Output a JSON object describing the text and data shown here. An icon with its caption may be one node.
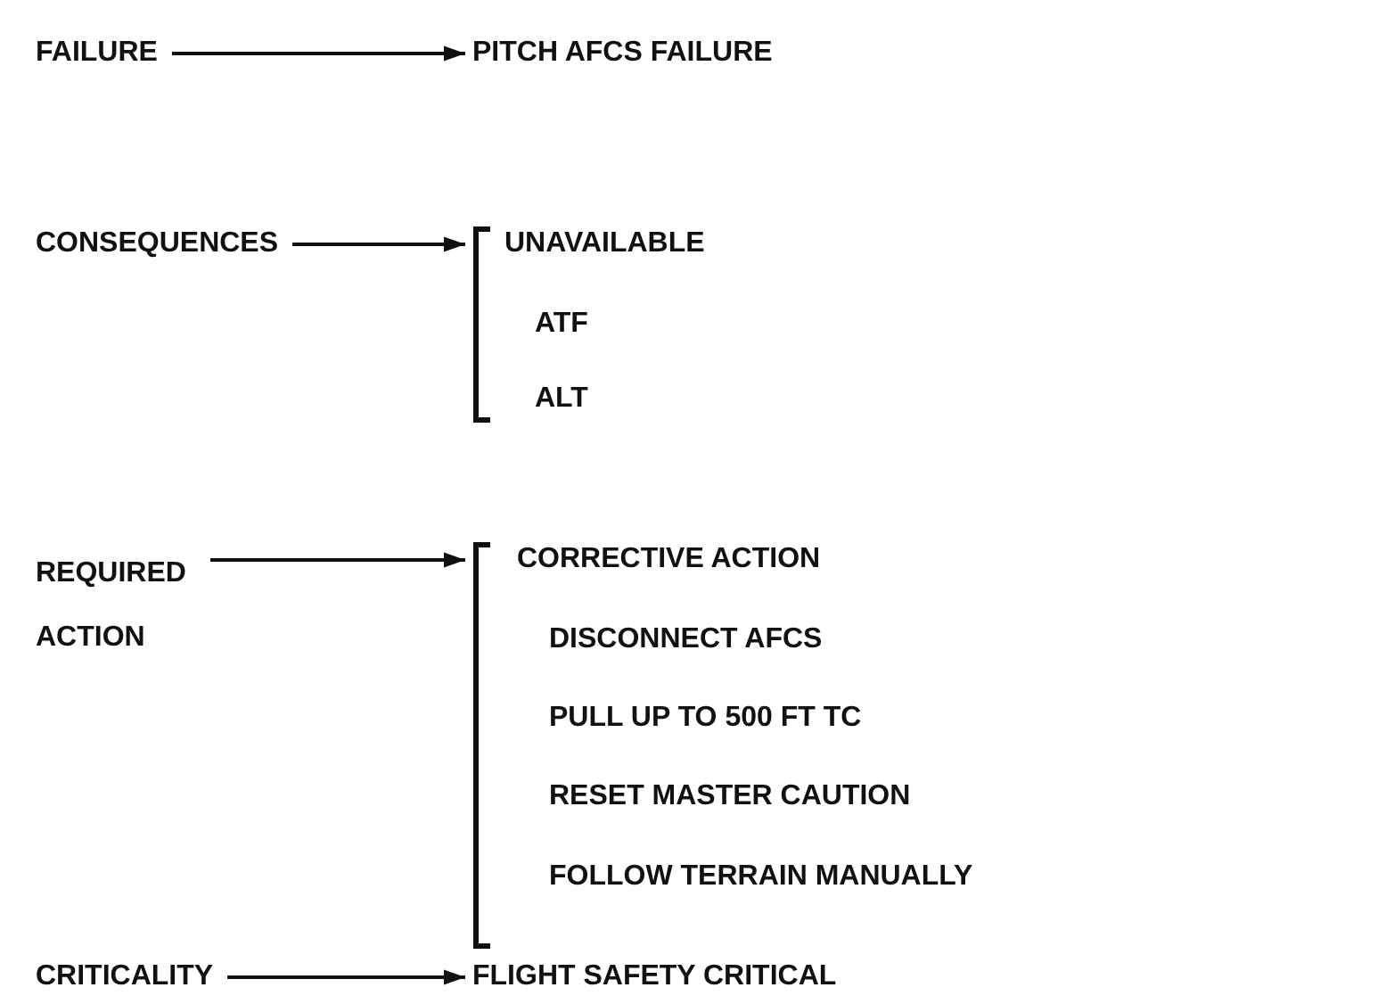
{
  "diagram": {
    "nodes": [
      {
        "text": [
          "FAILURE"
        ]
      },
      {
        "text": [
          "PITCH AFCS FAILURE"
        ]
      },
      {
        "text": [
          "CONSEQUENCES"
        ]
      },
      {
        "text": [
          "UNAVAILABLE",
          "ATF",
          "ALT"
        ]
      },
      {
        "text": [
          "REQUIRED ACTION"
        ]
      },
      {
        "text": [
          "CORRECTIVE ACTION",
          "DISCONNECT AFCS",
          "PULL UP TO 500 FT TC",
          "RESET MASTER CAUTION",
          "FOLLOW TERRAIN MANUALLY"
        ]
      },
      {
        "text": [
          "CRITICALITY"
        ]
      },
      {
        "text": [
          "FLIGHT SAFETY CRITICAL"
        ]
      }
    ],
    "edges": [
      {
        "from": 0,
        "to": 1,
        "arrow": "to"
      },
      {
        "from": 2,
        "to": 3,
        "arrow": "to"
      },
      {
        "from": 4,
        "to": 5,
        "arrow": "to"
      },
      {
        "from": 6,
        "to": 7,
        "arrow": "to"
      }
    ]
  }
}
